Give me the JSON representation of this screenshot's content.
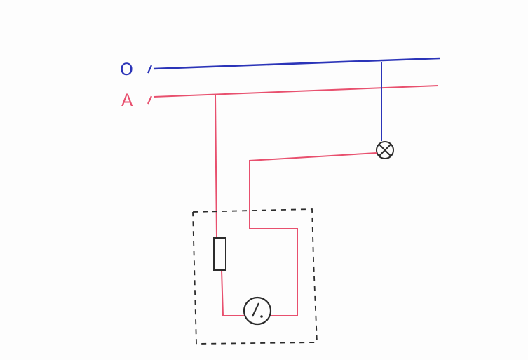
{
  "labels": {
    "neutral": "O",
    "phase": "A"
  },
  "colors": {
    "neutral": "#2b34b8",
    "phase": "#e8506e",
    "component": "#2c2c2c",
    "box": "#2c2c2c",
    "background": "#fdfdfd"
  },
  "components": {
    "lamp": "lamp-symbol",
    "fuse": "fuse-symbol",
    "switch": "pull-switch-symbol"
  }
}
